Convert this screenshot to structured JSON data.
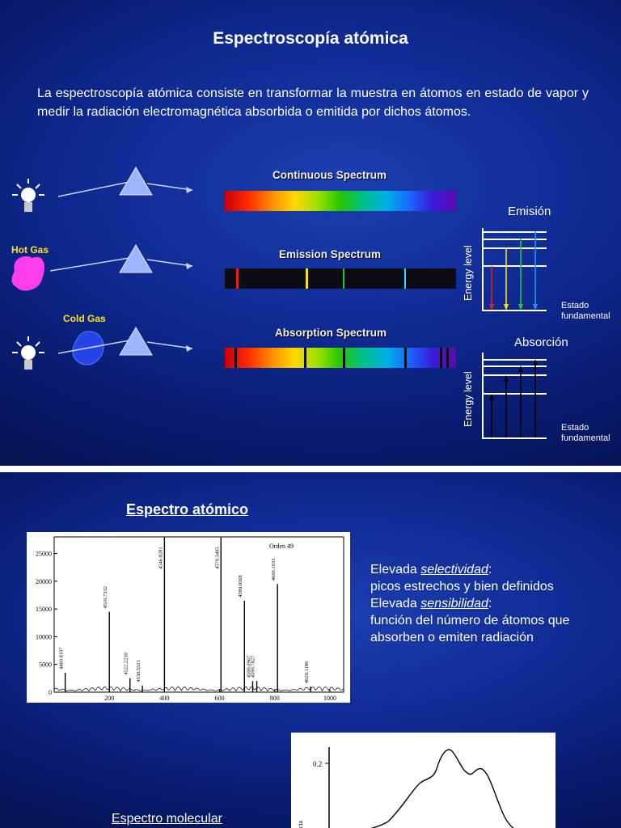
{
  "slide1": {
    "title": "Espectroscopía atómica",
    "paragraph": "La espectroscopía atómica consiste en transformar la muestra en átomos en estado de vapor y medir la radiación electromagnética absorbida o emitida por dichos átomos.",
    "spectra": {
      "continuous_label": "Continuous Spectrum",
      "emission_label": "Emission Spectrum",
      "absorption_label": "Absorption Spectrum",
      "hot_gas": "Hot Gas",
      "cold_gas": "Cold Gas"
    },
    "emission_diagram": {
      "title": "Emisión",
      "ylabel": "Energy level",
      "ground_line1": "Estado",
      "ground_line2": "fundamental"
    },
    "absorption_diagram": {
      "title": "Absorción",
      "ylabel": "Energy level",
      "ground_line1": "Estado",
      "ground_line2": "fundamental"
    },
    "colors": {
      "red": "#e0201a",
      "yellow": "#f5e01a",
      "green": "#22c43a",
      "blue": "#2a8cff",
      "hot_gas": "#ff3cf0",
      "cold_gas": "#2444e8"
    }
  },
  "slide2": {
    "subtitle": "Espectro atómico",
    "plot_annotation": "Orden 49",
    "peak_labels": [
      "4460.8107",
      "4510.7332",
      "4522.2230",
      "4530.5521",
      "4546.8281",
      "4570.3495",
      "4589.9568",
      "4590.0967",
      "4590.7827",
      "4600.1033",
      "4620.1186"
    ],
    "info_line1_prefix": "Elevada ",
    "info_line1_em": "selectividad",
    "info_line1_suffix": ":",
    "info_line2": "picos estrechos y bien definidos",
    "info_line3_prefix": "Elevada ",
    "info_line3_em": "sensibilidad",
    "info_line3_suffix": ":",
    "info_line4": "función del número de átomos que",
    "info_line5": "absorben o emiten radiación",
    "molecular_label": "Espectro molecular",
    "molecular_ytick": "0.2",
    "molecular_ylabel": "dencia"
  },
  "chart_data": {
    "type": "line",
    "title": "",
    "annotation": "Orden 49",
    "xlabel": "",
    "ylabel": "",
    "xlim": [
      0,
      1050
    ],
    "ylim": [
      0,
      28000
    ],
    "x_ticks": [
      200,
      400,
      600,
      800,
      1000
    ],
    "y_ticks": [
      0,
      5000,
      10000,
      15000,
      20000,
      25000
    ],
    "peaks": [
      {
        "x": 40,
        "y": 3500,
        "label": "4460.8107"
      },
      {
        "x": 200,
        "y": 14500,
        "label": "4510.7332"
      },
      {
        "x": 275,
        "y": 2500,
        "label": "4522.2230"
      },
      {
        "x": 320,
        "y": 1200,
        "label": "4530.5521"
      },
      {
        "x": 400,
        "y": 29000,
        "label": "4546.8281"
      },
      {
        "x": 605,
        "y": 29000,
        "label": "4570.3495"
      },
      {
        "x": 690,
        "y": 16500,
        "label": "4589.9568"
      },
      {
        "x": 720,
        "y": 2000,
        "label": "4590.0967"
      },
      {
        "x": 735,
        "y": 2000,
        "label": "4590.7827"
      },
      {
        "x": 810,
        "y": 19500,
        "label": "4600.1033"
      },
      {
        "x": 930,
        "y": 1000,
        "label": "4620.1186"
      }
    ]
  }
}
